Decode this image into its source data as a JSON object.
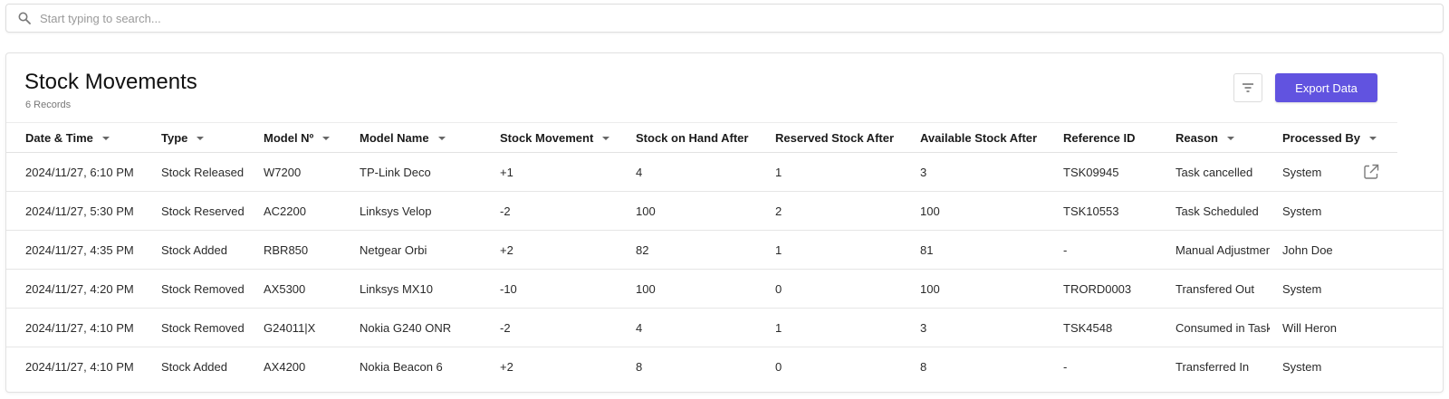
{
  "search": {
    "placeholder": "Start typing to search..."
  },
  "page": {
    "title": "Stock Movements",
    "record_count": "6 Records"
  },
  "toolbar": {
    "filter_icon": "filter-lines-icon",
    "export_label": "Export Data"
  },
  "accent_color": "#6153e0",
  "table": {
    "columns": [
      {
        "label": "Date & Time",
        "sortable": true
      },
      {
        "label": "Type",
        "sortable": true
      },
      {
        "label": "Model Nº",
        "sortable": true
      },
      {
        "label": "Model Name",
        "sortable": true
      },
      {
        "label": "Stock Movement",
        "sortable": true
      },
      {
        "label": "Stock on Hand After",
        "sortable": false
      },
      {
        "label": "Reserved Stock After",
        "sortable": false
      },
      {
        "label": "Available Stock After",
        "sortable": false
      },
      {
        "label": "Reference ID",
        "sortable": false
      },
      {
        "label": "Reason",
        "sortable": true
      },
      {
        "label": "Processed By",
        "sortable": true
      }
    ],
    "rows": [
      {
        "date": "2024/11/27, 6:10 PM",
        "type": "Stock Released",
        "model_no": "W7200",
        "model_name": "TP-Link Deco",
        "movement": "+1",
        "on_hand": "4",
        "reserved": "1",
        "available": "3",
        "reference": "TSK09945",
        "reason": "Task cancelled",
        "processed_by": "System",
        "action_icon": "external-link-icon"
      },
      {
        "date": "2024/11/27, 5:30 PM",
        "type": "Stock Reserved",
        "model_no": "AC2200",
        "model_name": "Linksys Velop",
        "movement": "-2",
        "on_hand": "100",
        "reserved": "2",
        "available": "100",
        "reference": "TSK10553",
        "reason": "Task Scheduled",
        "processed_by": "System"
      },
      {
        "date": "2024/11/27, 4:35 PM",
        "type": "Stock Added",
        "model_no": "RBR850",
        "model_name": "Netgear Orbi",
        "movement": "+2",
        "on_hand": "82",
        "reserved": "1",
        "available": "81",
        "reference": "-",
        "reason": "Manual Adjustment",
        "processed_by": "John Doe"
      },
      {
        "date": "2024/11/27, 4:20 PM",
        "type": "Stock Removed",
        "model_no": "AX5300",
        "model_name": "Linksys MX10",
        "movement": "-10",
        "on_hand": "100",
        "reserved": "0",
        "available": "100",
        "reference": "TRORD0003",
        "reason": "Transfered Out",
        "processed_by": "System"
      },
      {
        "date": "2024/11/27, 4:10 PM",
        "type": "Stock Removed",
        "model_no": "G24011|X",
        "model_name": "Nokia G240 ONR",
        "movement": "-2",
        "on_hand": "4",
        "reserved": "1",
        "available": "3",
        "reference": "TSK4548",
        "reason": "Consumed in Task",
        "processed_by": "Will Heron"
      },
      {
        "date": "2024/11/27, 4:10 PM",
        "type": "Stock Added",
        "model_no": "AX4200",
        "model_name": "Nokia Beacon 6",
        "movement": "+2",
        "on_hand": "8",
        "reserved": "0",
        "available": "8",
        "reference": "-",
        "reason": "Transferred In",
        "processed_by": "System"
      }
    ]
  }
}
